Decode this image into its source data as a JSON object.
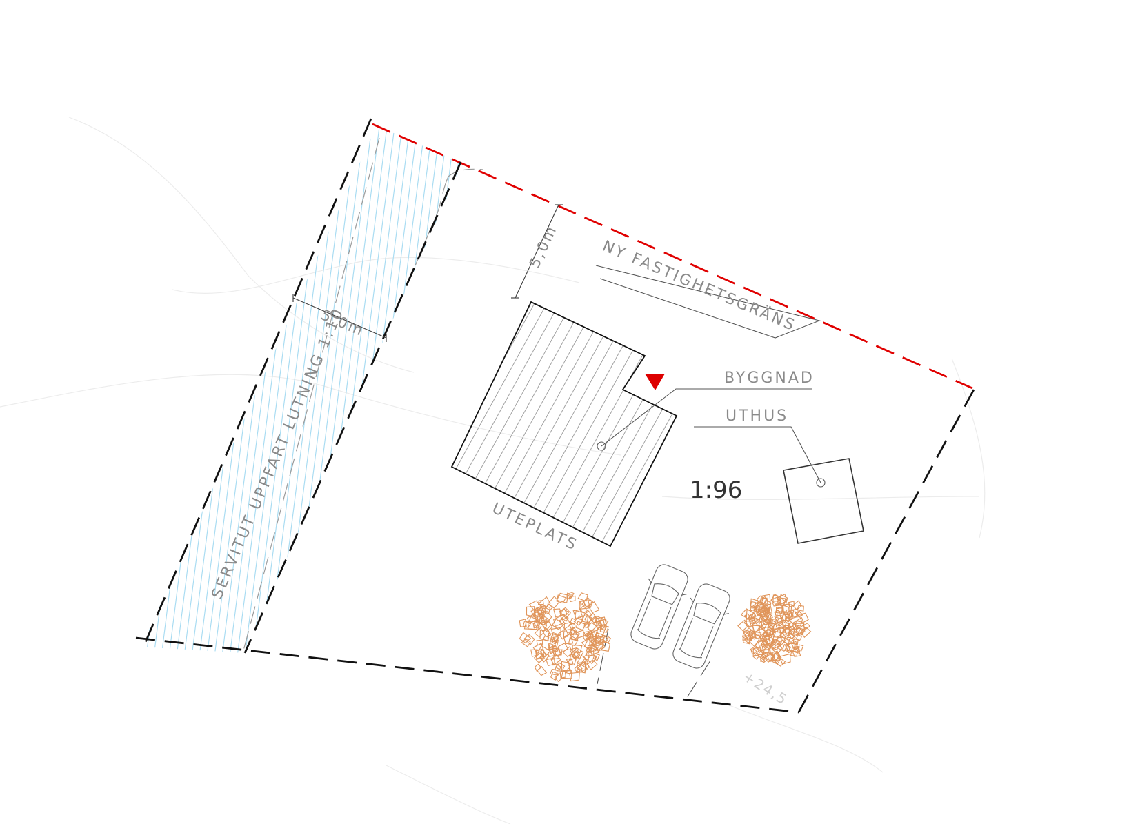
{
  "labels": {
    "property_boundary": "NY FASTIGHETSGRÄNS",
    "building": "BYGGNAD",
    "outbuilding": "UTHUS",
    "patio": "UTEPLATS",
    "easement": "SERVITUT UPPFART LUTNING 1:10",
    "dimension_top": "5,0m",
    "dimension_left": "5,0m",
    "scale": "1:96",
    "elevation": "+24,5"
  },
  "colors": {
    "boundary_new": "#e00000",
    "boundary": "#111111",
    "easement_hatch": "#a9dcf2",
    "building_hatch": "#a0a0a0",
    "trees": "#e0955a",
    "entrance_marker": "#dd0000"
  },
  "icons": [
    "car-icon",
    "car-icon",
    "tree-icon",
    "tree-icon",
    "entrance-marker-icon"
  ]
}
